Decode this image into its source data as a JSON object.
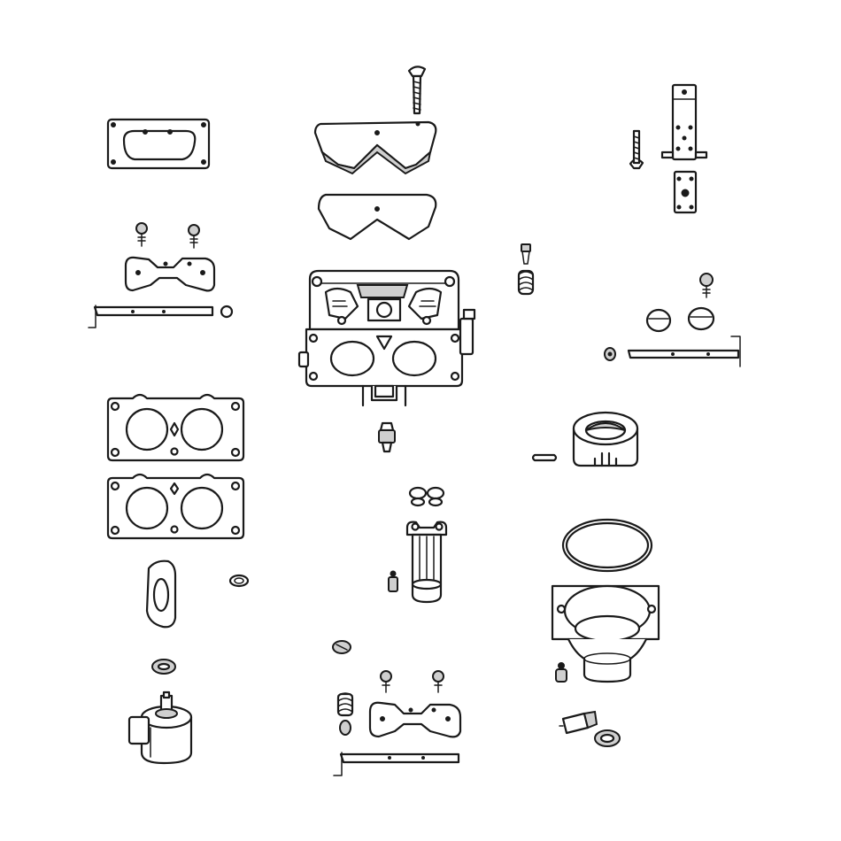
{
  "diagram": {
    "style": "exploded-view line drawing",
    "background_color": "#ffffff",
    "line_color": "#1a1a1a",
    "parts": [
      {
        "name": "air-horn-gasket",
        "icon": "gasket-icon"
      },
      {
        "name": "choke-plate-screws",
        "icon": "screw-icon"
      },
      {
        "name": "choke-plate",
        "icon": "plate-icon"
      },
      {
        "name": "choke-shaft",
        "icon": "shaft-icon"
      },
      {
        "name": "upper-gasket-top",
        "icon": "gasket-icon"
      },
      {
        "name": "upper-gasket-bottom",
        "icon": "gasket-icon"
      },
      {
        "name": "carburetor-body",
        "icon": "carburetor-icon"
      },
      {
        "name": "mounting-gasket-1",
        "icon": "gasket-icon"
      },
      {
        "name": "mounting-gasket-2",
        "icon": "gasket-icon"
      },
      {
        "name": "idle-jet",
        "icon": "jet-icon"
      },
      {
        "name": "float-assembly",
        "icon": "float-icon"
      },
      {
        "name": "float-bowl",
        "icon": "bowl-icon"
      },
      {
        "name": "bowl-o-ring",
        "icon": "o-ring-icon"
      },
      {
        "name": "fuel-solenoid",
        "icon": "solenoid-icon"
      },
      {
        "name": "throttle-plates",
        "icon": "plate-icon"
      },
      {
        "name": "throttle-shaft",
        "icon": "shaft-icon"
      },
      {
        "name": "throttle-bracket",
        "icon": "bracket-icon"
      },
      {
        "name": "idle-mixture-spring",
        "icon": "spring-icon"
      },
      {
        "name": "main-jet",
        "icon": "jet-icon"
      },
      {
        "name": "bowl-drain-screw",
        "icon": "screw-icon"
      }
    ]
  }
}
